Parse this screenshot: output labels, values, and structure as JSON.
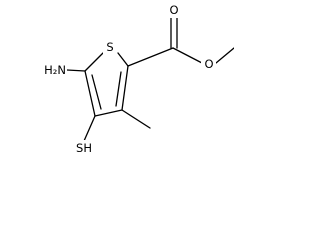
{
  "molecule": {
    "atoms": {
      "S": "S",
      "O_ester": "O",
      "O_carbonyl": "O",
      "NH2": "H₂N",
      "SH": "SH"
    }
  }
}
